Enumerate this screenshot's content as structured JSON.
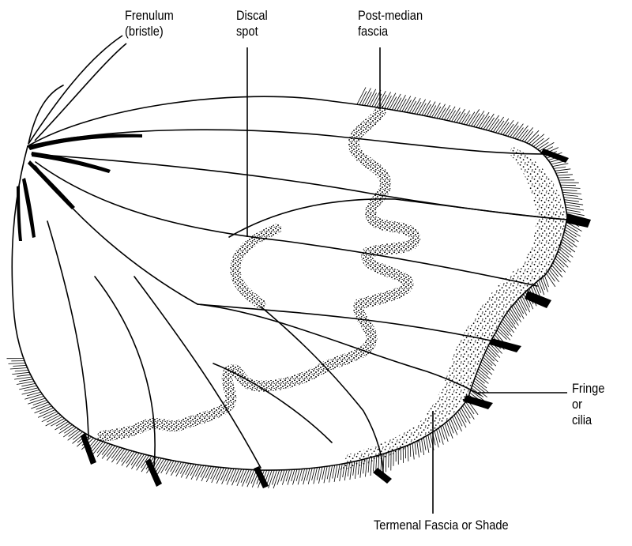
{
  "labels": {
    "frenulum": [
      "Frenulum",
      "(bristle)"
    ],
    "discal_spot": [
      "Discal",
      "spot"
    ],
    "post_median_fascia": [
      "Post-median",
      "fascia"
    ],
    "fringe": [
      "Fringe",
      "or",
      "cilia"
    ],
    "termenal_fascia": "Termenal Fascia or Shade"
  },
  "colors": {
    "ink": "#000000",
    "paper": "#ffffff"
  }
}
